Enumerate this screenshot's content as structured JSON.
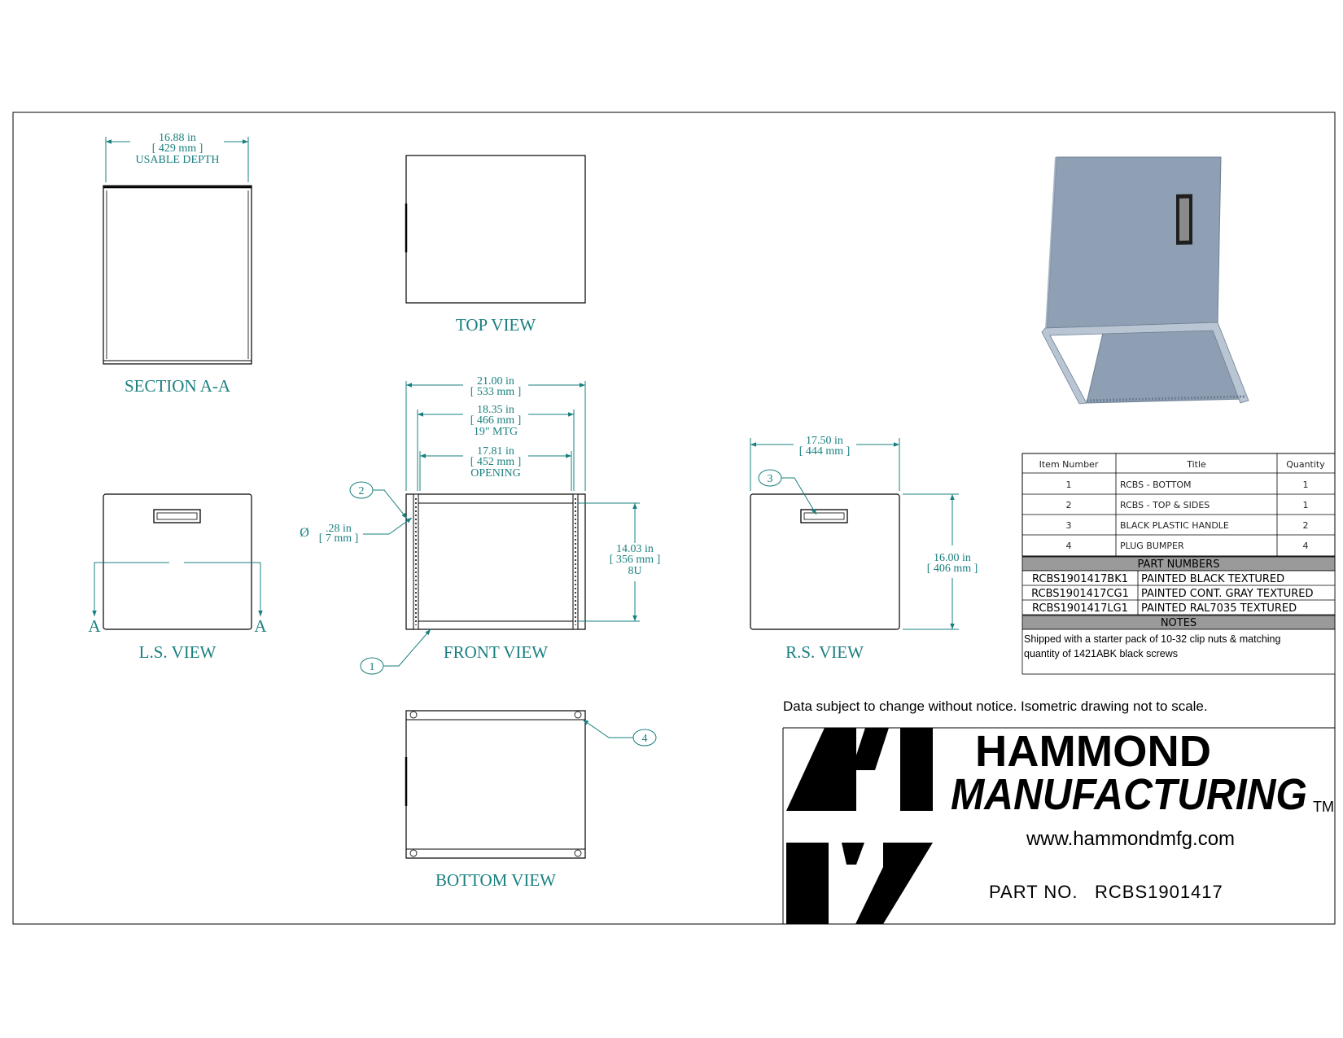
{
  "views": {
    "section": "SECTION A-A",
    "top": "TOP VIEW",
    "ls": "L.S. VIEW",
    "front": "FRONT VIEW",
    "rs": "R.S. VIEW",
    "bottom": "BOTTOM VIEW",
    "section_marker": "A"
  },
  "dimensions": {
    "depth": {
      "in": "16.88 in",
      "mm": "[ 429 mm ]",
      "note": "USABLE DEPTH"
    },
    "overall_width": {
      "in": "21.00 in",
      "mm": "[ 533 mm ]"
    },
    "mounting": {
      "in": "18.35 in",
      "mm": "[ 466 mm ]",
      "note": "19\" MTG"
    },
    "opening": {
      "in": "17.81 in",
      "mm": "[ 452 mm ]",
      "note": "OPENING"
    },
    "hole_dia": {
      "symbol": "Ø",
      "in": ".28 in",
      "mm": "[ 7 mm ]"
    },
    "inner_height": {
      "in": "14.03 in",
      "mm": "[ 356 mm ]",
      "note": "8U"
    },
    "side_depth": {
      "in": "17.50 in",
      "mm": "[ 444 mm ]"
    },
    "height": {
      "in": "16.00 in",
      "mm": "[ 406 mm ]"
    }
  },
  "balloons": [
    "1",
    "2",
    "3",
    "4"
  ],
  "bom": {
    "headers": [
      "Item Number",
      "Title",
      "Quantity"
    ],
    "rows": [
      [
        "1",
        "RCBS - BOTTOM",
        "1"
      ],
      [
        "2",
        "RCBS - TOP & SIDES",
        "1"
      ],
      [
        "3",
        "BLACK PLASTIC HANDLE",
        "2"
      ],
      [
        "4",
        "PLUG BUMPER",
        "4"
      ]
    ]
  },
  "part_numbers": {
    "header": "PART NUMBERS",
    "rows": [
      [
        "RCBS1901417BK1",
        "PAINTED BLACK TEXTURED"
      ],
      [
        "RCBS1901417CG1",
        "PAINTED CONT. GRAY TEXTURED"
      ],
      [
        "RCBS1901417LG1",
        "PAINTED RAL7035 TEXTURED"
      ]
    ]
  },
  "notes": {
    "header": "NOTES",
    "line1": "Shipped with a starter pack of 10-32 clip nuts & matching",
    "line2": "quantity of 1421ABK black screws"
  },
  "disclaimer": "Data subject to change without notice. Isometric drawing not to scale.",
  "title_block": {
    "brand_line1": "HAMMOND",
    "brand_line2": "MANUFACTURING",
    "tm": "TM",
    "website": "www.hammondmfg.com",
    "part_no_label": "PART NO.",
    "part_no": "RCBS1901417"
  },
  "colors": {
    "annotation": "#1a7f7f",
    "iso_fill": "#8fa0b4",
    "bom_header": "#9a9a9a"
  }
}
